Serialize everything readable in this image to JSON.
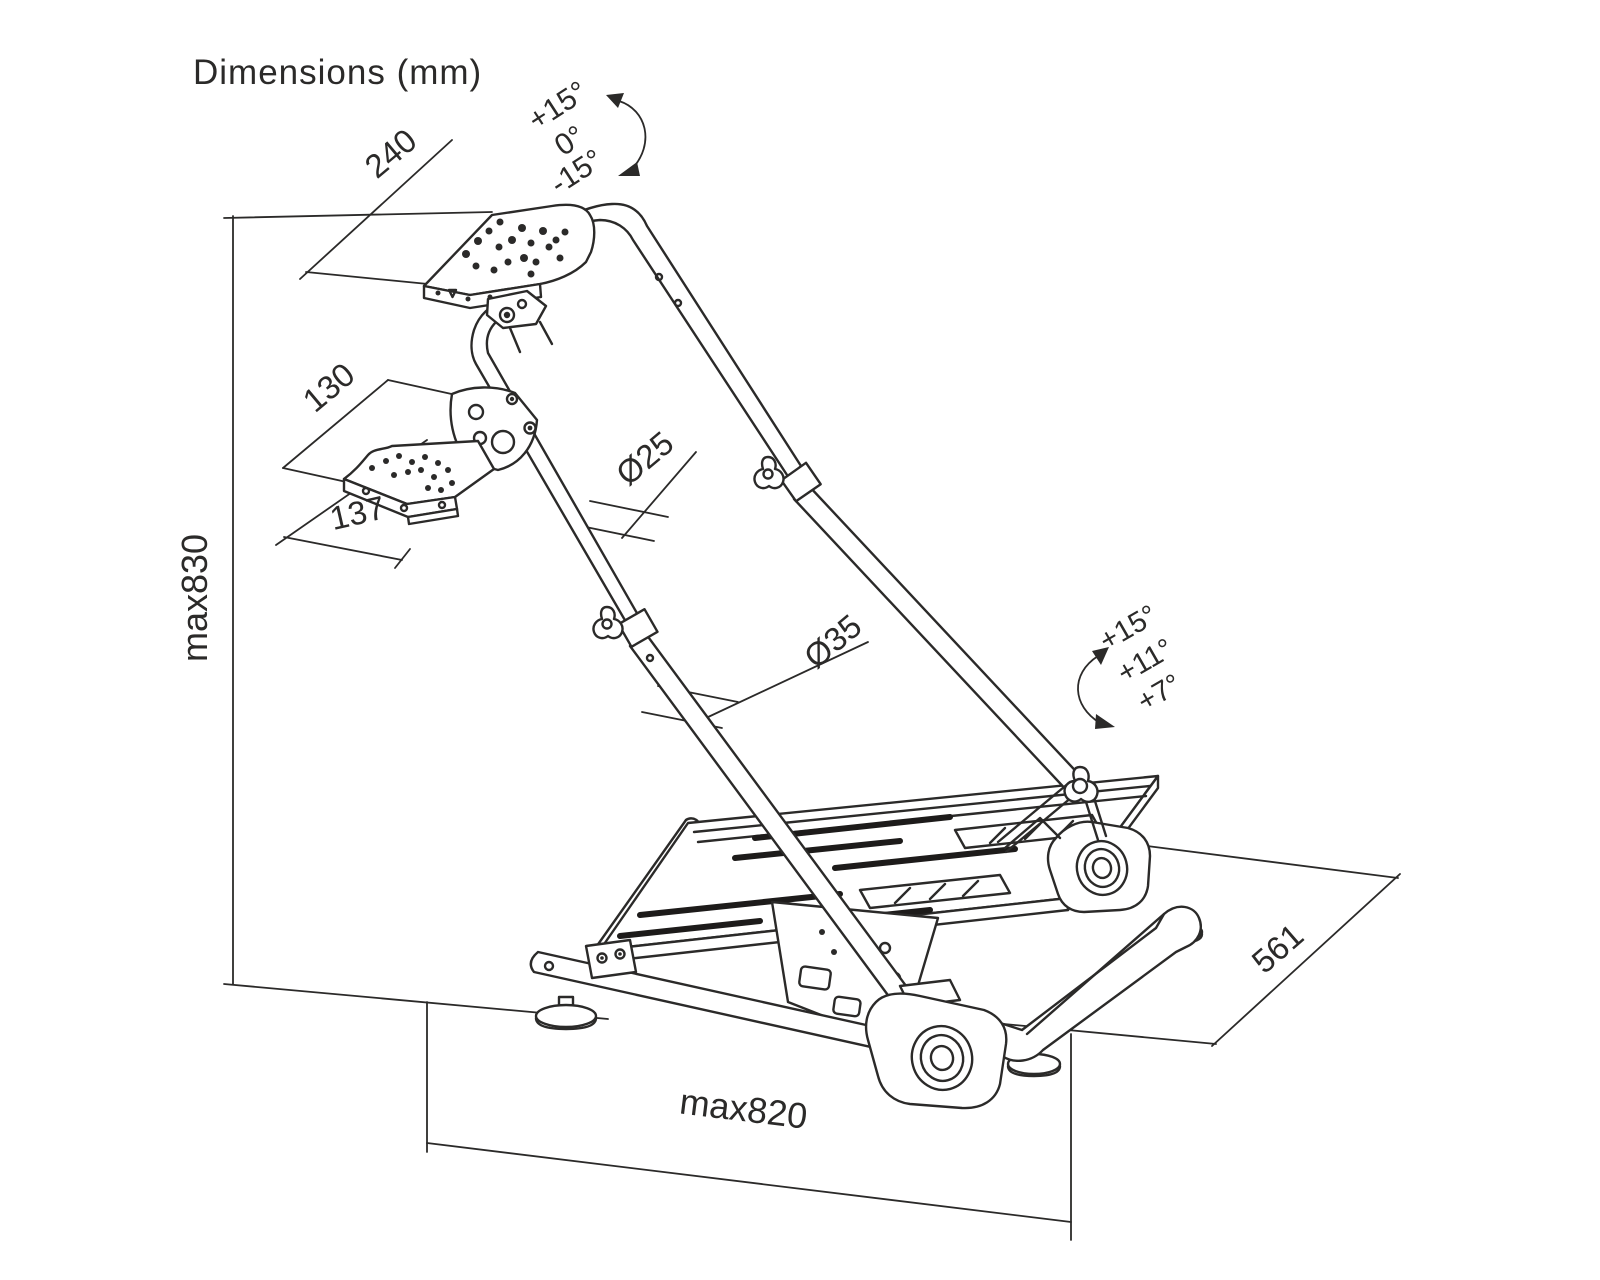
{
  "title": "Dimensions (mm)",
  "colors": {
    "line": "#2b2a29",
    "text": "#2b2a29",
    "background": "#ffffff"
  },
  "dimensions": {
    "wheel_plate_depth": "240",
    "shifter_plate_upper_width": "130",
    "shifter_plate_lower_width": "137",
    "max_height": "max830",
    "max_length": "max820",
    "base_depth": "561",
    "upper_tube_diameter": "Ø25",
    "lower_tube_diameter": "Ø35"
  },
  "angles": {
    "wheel_tilt": [
      "+15°",
      "0°",
      "-15°"
    ],
    "pedal_tilt": [
      "+15°",
      "+11°",
      "+7°"
    ]
  }
}
